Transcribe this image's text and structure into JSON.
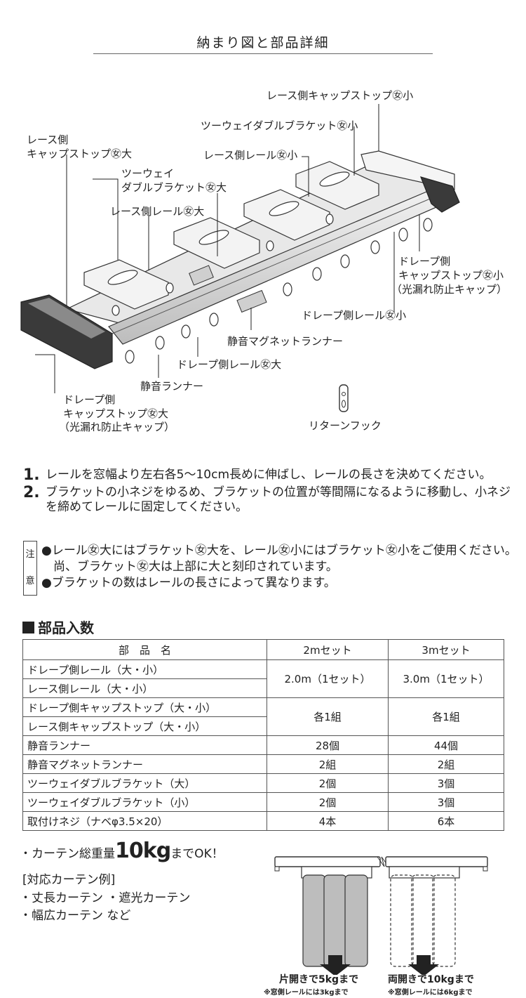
{
  "title": "納まり図と部品詳細",
  "diagram": {
    "labels": {
      "lace_capstop_small": "レース側キャップストップ㊛小",
      "twoway_small": "ツーウェイダブルブラケット㊛小",
      "lace_rail_small": "レース側レール㊛小",
      "lace_capstop_big_1": "レース側",
      "lace_capstop_big_2": "キャップストップ㊛大",
      "twoway_big_1": "ツーウェイ",
      "twoway_big_2": "ダブルブラケット㊛大",
      "lace_rail_big": "レース側レール㊛大",
      "drape_capstop_small_1": "ドレープ側",
      "drape_capstop_small_2": "キャップストップ㊛小",
      "drape_capstop_small_3": "（光漏れ防止キャップ）",
      "drape_rail_small": "ドレープ側レール㊛小",
      "magnet_runner": "静音マグネットランナー",
      "drape_rail_big": "ドレープ側レール㊛大",
      "runner": "静音ランナー",
      "drape_capstop_big_1": "ドレープ側",
      "drape_capstop_big_2": "キャップストップ㊛大",
      "drape_capstop_big_3": "（光漏れ防止キャップ）",
      "return_hook": "リターンフック"
    }
  },
  "steps": [
    {
      "num": "1.",
      "text": "レールを窓幅より左右各5〜10cm長めに伸ばし、レールの長さを決めてください。"
    },
    {
      "num": "2.",
      "text": "ブラケットの小ネジをゆるめ、ブラケットの位置が等間隔になるように移動し、小ネジを締めてレールに固定してください。"
    }
  ],
  "notes": {
    "box_top": "注",
    "box_bottom": "意",
    "lines": [
      "●レール㊛大にはブラケット㊛大を、レール㊛小にはブラケット㊛小をご使用ください。",
      "　尚、ブラケット㊛大は上部に大と刻印されています。",
      "●ブラケットの数はレールの長さによって異なります。"
    ]
  },
  "parts_heading": "部品入数",
  "table": {
    "headers": [
      "部　品　名",
      "2mセット",
      "3mセット"
    ],
    "rows": [
      {
        "names": [
          "ドレープ側レール（大・小）",
          "レース側レール（大・小）"
        ],
        "v2": "2.0m（1セット）",
        "v3": "3.0m（1セット）"
      },
      {
        "names": [
          "ドレープ側キャップストップ（大・小）",
          "レース側キャップストップ（大・小）"
        ],
        "v2": "各1組",
        "v3": "各1組"
      },
      {
        "names": [
          "静音ランナー"
        ],
        "v2": "28個",
        "v3": "44個"
      },
      {
        "names": [
          "静音マグネットランナー"
        ],
        "v2": "2組",
        "v3": "2組"
      },
      {
        "names": [
          "ツーウェイダブルブラケット（大）"
        ],
        "v2": "2個",
        "v3": "3個"
      },
      {
        "names": [
          "ツーウェイダブルブラケット（小）"
        ],
        "v2": "2個",
        "v3": "3個"
      },
      {
        "names": [
          "取付けネジ（ナベφ3.5×20）"
        ],
        "v2": "4本",
        "v3": "6本"
      }
    ]
  },
  "capacity": {
    "prefix": "・カーテン総重量",
    "value": "10kg",
    "suffix": "までOK！"
  },
  "examples": {
    "heading": "[対応カーテン例]",
    "items": [
      "・丈長カーテン ・遮光カーテン",
      "・幅広カーテン など"
    ]
  },
  "illustration": {
    "left_caption": "片開きで5kgまで",
    "left_note": "※窓側レールには3kgまで",
    "right_caption": "両開きで10kgまで",
    "right_note": "※窓側レールには6kgまで"
  }
}
